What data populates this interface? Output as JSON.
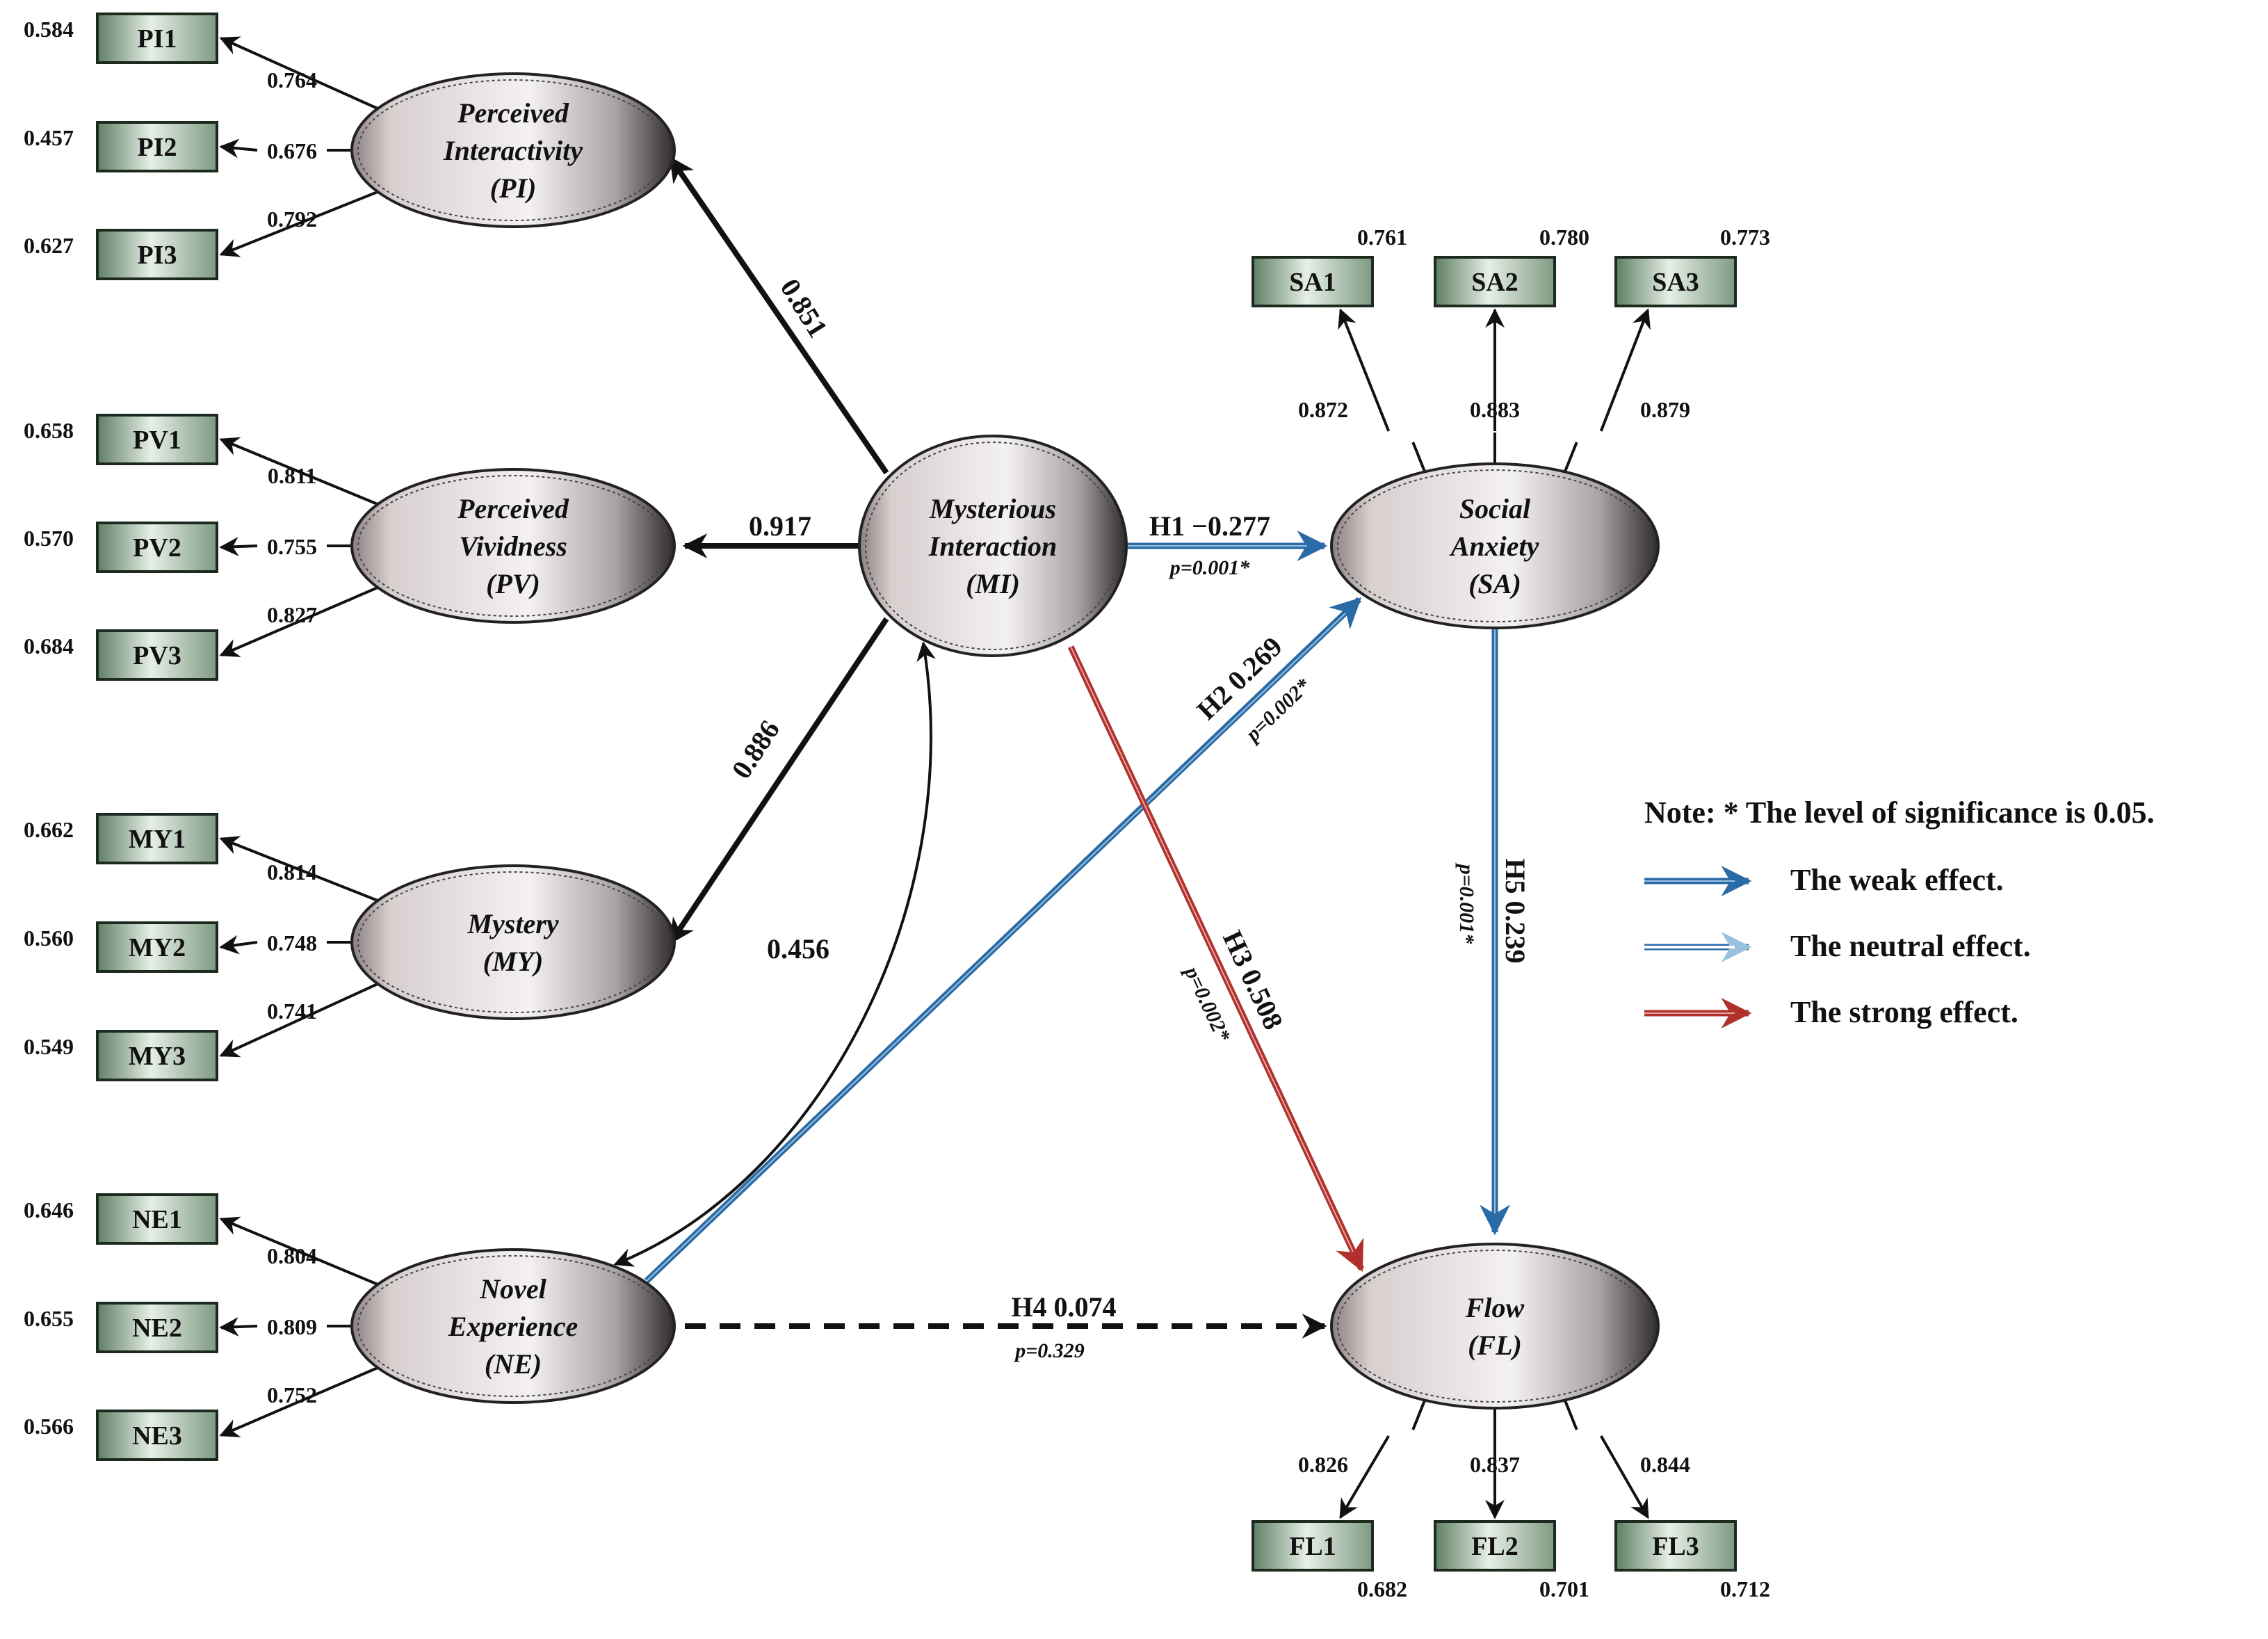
{
  "colors": {
    "weak": "#2a6aa6",
    "neutral": "#9ac2dd",
    "strong": "#b0302c",
    "indicator_fill": "#6f8f74"
  },
  "constructs": [
    {
      "id": "PI",
      "lines": [
        "Perceived",
        "Interactivity",
        "(PI)"
      ]
    },
    {
      "id": "PV",
      "lines": [
        "Perceived",
        "Vividness",
        "(PV)"
      ]
    },
    {
      "id": "MY",
      "lines": [
        "Mystery",
        "(MY)"
      ]
    },
    {
      "id": "NE",
      "lines": [
        "Novel",
        "Experience",
        "(NE)"
      ]
    },
    {
      "id": "MI",
      "lines": [
        "Mysterious",
        "Interaction",
        "(MI)"
      ]
    },
    {
      "id": "SA",
      "lines": [
        "Social",
        "Anxiety",
        "(SA)"
      ]
    },
    {
      "id": "FL",
      "lines": [
        "Flow",
        "(FL)"
      ]
    }
  ],
  "indicators": {
    "PI": [
      {
        "label": "PI1",
        "r2": "0.584",
        "loading": "0.764"
      },
      {
        "label": "PI2",
        "r2": "0.457",
        "loading": "0.676"
      },
      {
        "label": "PI3",
        "r2": "0.627",
        "loading": "0.792"
      }
    ],
    "PV": [
      {
        "label": "PV1",
        "r2": "0.658",
        "loading": "0.811"
      },
      {
        "label": "PV2",
        "r2": "0.570",
        "loading": "0.755"
      },
      {
        "label": "PV3",
        "r2": "0.684",
        "loading": "0.827"
      }
    ],
    "MY": [
      {
        "label": "MY1",
        "r2": "0.662",
        "loading": "0.814"
      },
      {
        "label": "MY2",
        "r2": "0.560",
        "loading": "0.748"
      },
      {
        "label": "MY3",
        "r2": "0.549",
        "loading": "0.741"
      }
    ],
    "NE": [
      {
        "label": "NE1",
        "r2": "0.646",
        "loading": "0.804"
      },
      {
        "label": "NE2",
        "r2": "0.655",
        "loading": "0.809"
      },
      {
        "label": "NE3",
        "r2": "0.566",
        "loading": "0.752"
      }
    ],
    "SA": [
      {
        "label": "SA1",
        "r2": "0.761",
        "loading": "0.872"
      },
      {
        "label": "SA2",
        "r2": "0.780",
        "loading": "0.883"
      },
      {
        "label": "SA3",
        "r2": "0.773",
        "loading": "0.879"
      }
    ],
    "FL": [
      {
        "label": "FL1",
        "r2": "0.682",
        "loading": "0.826"
      },
      {
        "label": "FL2",
        "r2": "0.701",
        "loading": "0.837"
      },
      {
        "label": "FL3",
        "r2": "0.712",
        "loading": "0.844"
      }
    ]
  },
  "second_order": {
    "PI": "0.851",
    "PV": "0.917",
    "MY": "0.886"
  },
  "correlation": "0.456",
  "hypotheses": [
    {
      "id": "H1",
      "label": "H1  −0.277",
      "p": "p=0.001*",
      "effect": "weak"
    },
    {
      "id": "H2",
      "label": "H2  0.269",
      "p": "p=0.002*",
      "effect": "weak"
    },
    {
      "id": "H3",
      "label": "H3  0.508",
      "p": "p=0.002*",
      "effect": "strong"
    },
    {
      "id": "H4",
      "label": "H4  0.074",
      "p": "p=0.329",
      "effect": "none"
    },
    {
      "id": "H5",
      "label": "H5  0.239",
      "p": "p=0.001*",
      "effect": "weak"
    }
  ],
  "legend": {
    "note": "Note: * The level of significance is 0.05.",
    "items": [
      {
        "label": "The weak effect.",
        "effect": "weak"
      },
      {
        "label": "The neutral effect.",
        "effect": "neutral"
      },
      {
        "label": "The strong effect.",
        "effect": "strong"
      }
    ]
  }
}
